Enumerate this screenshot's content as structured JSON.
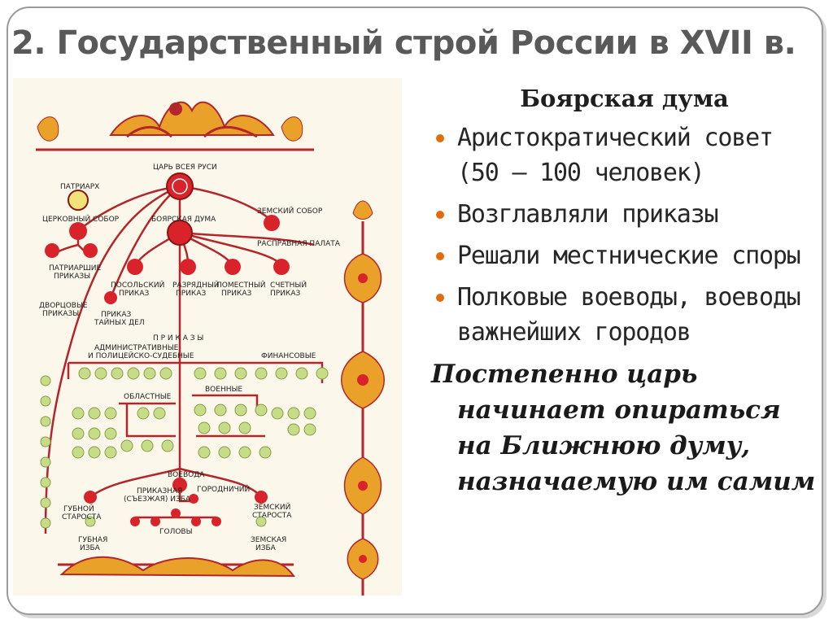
{
  "slide": {
    "title": "2. Государственный строй России в XVII в.",
    "subtitle": "Боярская дума",
    "bullets": [
      {
        "text": "Аристократический совет (50 – 100 человек)"
      },
      {
        "text": "Возглавляли приказы"
      },
      {
        "text": "Решали местнические споры"
      },
      {
        "text": "Полковые воеводы, воеводы важнейших городов"
      }
    ],
    "conclusion_first": "Постепенно царь",
    "conclusion_rest": "начинает опираться на Ближнюю думу, назначаемую им самим",
    "bullet_color": "#e36c0a"
  },
  "diagram": {
    "tsar": "ЦАРЬ ВСЕЯ РУСИ",
    "patriarch": "ПАТРИАРХ",
    "church_council": "ЦЕРКОВНЫЙ СОБОР",
    "boyar_duma": "БОЯРСКАЯ ДУМА",
    "zemsky_sobor": "ЗЕМСКИЙ СОБОР",
    "rasprava": "РАСПРАВНАЯ ПАЛАТА",
    "patriarch_prikazy": [
      "ПАТРИАРШИЕ",
      "ПРИКАЗЫ"
    ],
    "palace_prikazy": [
      "ДВОРЦОВЫЕ",
      "ПРИКАЗЫ"
    ],
    "secret_prikaz": [
      "ПРИКАЗ",
      "ТАЙНЫХ ДЕЛ"
    ],
    "posolsky": [
      "ПОСОЛЬСКИЙ",
      "ПРИКАЗ"
    ],
    "razryadny": [
      "РАЗРЯДНЫЙ",
      "ПРИКАЗ"
    ],
    "pomestny": [
      "ПОМЕСТНЫЙ",
      "ПРИКАЗ"
    ],
    "schetny": [
      "СЧЕТНЫЙ",
      "ПРИКАЗ"
    ],
    "prikazy": "П Р И К А З Ы",
    "admin": [
      "АДМИНИСТРАТИВНЫЕ",
      "И ПОЛИЦЕЙСКО-СУДЕБНЫЕ"
    ],
    "financial": "ФИНАНСОВЫЕ",
    "regional": "ОБЛАСТНЫЕ",
    "military": "ВОЕННЫЕ",
    "voevoda": "ВОЕВОДА",
    "gubnoy_starosta": [
      "ГУБНОЙ",
      "СТАРОСТА"
    ],
    "prikaznaya_izba": [
      "ПРИКАЗНАЯ",
      "(СЪЕЗЖАЯ) ИЗБА"
    ],
    "gorodnichy": "ГОРОДНИЧИЙ",
    "zemsky_starosta": [
      "ЗЕМСКИЙ",
      "СТАРОСТА"
    ],
    "golovy": "ГОЛОВЫ",
    "gubnaya_izba": [
      "ГУБНАЯ",
      "ИЗБА"
    ],
    "zemskaya_izba": [
      "ЗЕМСКАЯ",
      "ИЗБА"
    ],
    "red": "#d8232a",
    "green": "#c6dc87",
    "yellow": "#f1e27a"
  }
}
